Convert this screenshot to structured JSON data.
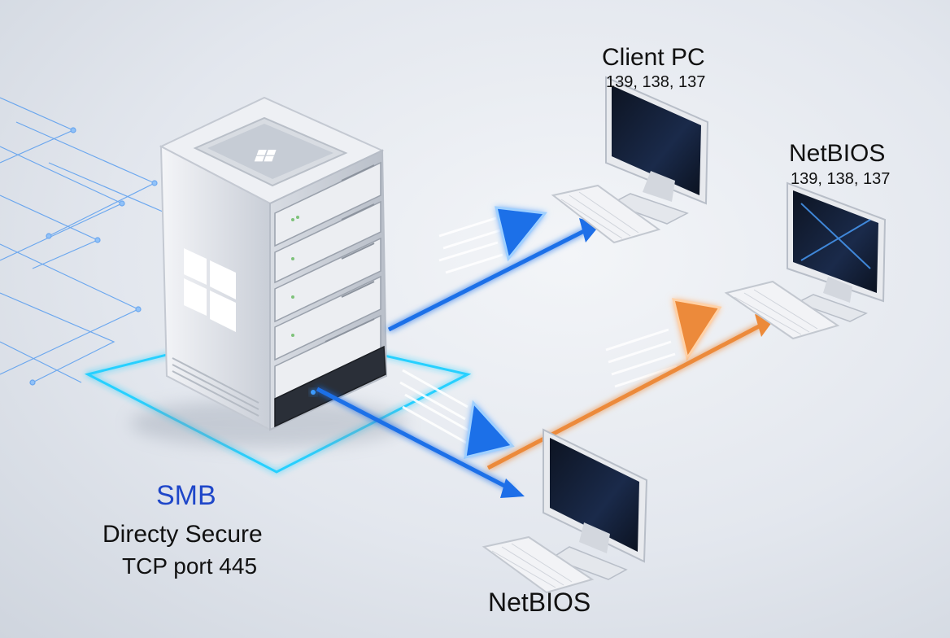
{
  "labels": {
    "client_pc": {
      "title": "Client PC",
      "ports": "139, 138, 137"
    },
    "netbios_right": {
      "title": "NetBIOS",
      "ports": "139, 138, 137"
    },
    "smb": {
      "title": "SMB",
      "subtitle": "Directy Secure",
      "port": "TCP port 445"
    },
    "netbios_bottom": {
      "title": "NetBIOS"
    }
  },
  "icons": {
    "server": "windows-server-icon",
    "monitor": "monitor-icon",
    "keyboard": "keyboard-icon"
  },
  "colors": {
    "blue_flow": "#1e6fe8",
    "orange_flow": "#ec8a3a",
    "circuit": "#3b8ef0",
    "smb_text": "#1f47c9"
  }
}
